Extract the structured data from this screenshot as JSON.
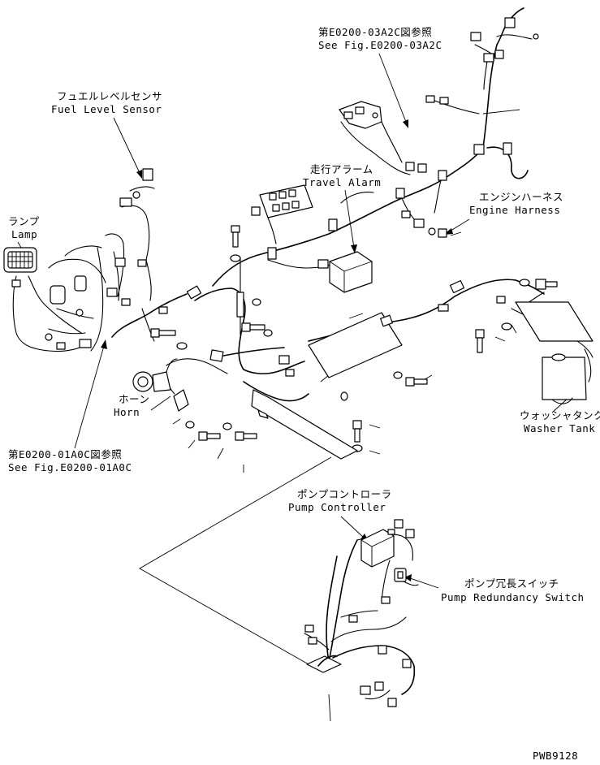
{
  "labels": {
    "ref_upper_ja": "第E0200-03A2C図参照",
    "ref_upper_en": "See Fig.E0200-03A2C",
    "fuel_sensor_ja": "フュエルレベルセンサ",
    "fuel_sensor_en": "Fuel Level Sensor",
    "lamp_ja": "ランプ",
    "lamp_en": "Lamp",
    "travel_alarm_ja": "走行アラーム",
    "travel_alarm_en": "Travel Alarm",
    "engine_harness_ja": "エンジンハーネス",
    "engine_harness_en": "Engine Harness",
    "horn_ja": "ホーン",
    "horn_en": "Horn",
    "ref_lower_ja": "第E0200-01A0C図参照",
    "ref_lower_en": "See Fig.E0200-01A0C",
    "washer_tank_ja": "ウォッシャタンク",
    "washer_tank_en": "Washer Tank",
    "pump_controller_ja": "ポンプコントローラ",
    "pump_controller_en": "Pump Controller",
    "pump_switch_ja": "ポンプ冗長スイッチ",
    "pump_switch_en": "Pump Redundancy Switch",
    "drawing_number": "PWB9128"
  }
}
